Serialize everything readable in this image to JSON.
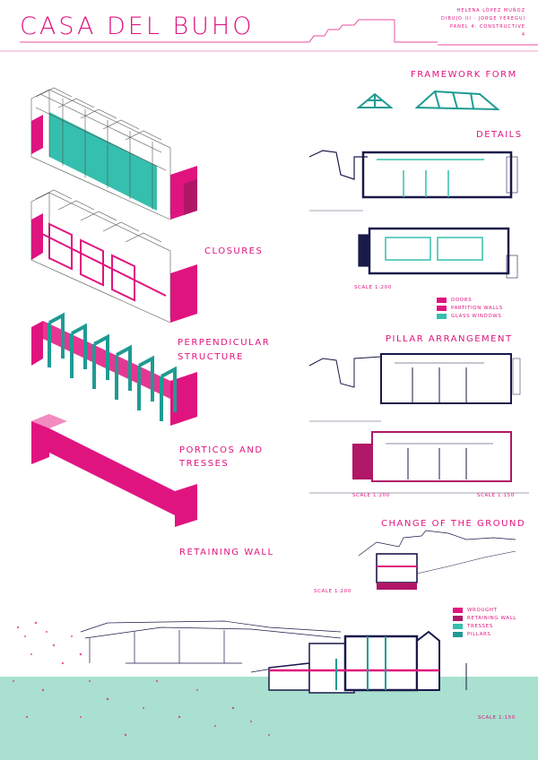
{
  "title": "CASA DEL BUHO",
  "meta": [
    "HELENA LÓPEZ MUÑOZ",
    "DIBUJO III · JORGE YEREGUI",
    "PANEL 4: CONSTRUCTIVE",
    "4"
  ],
  "labels": {
    "framework_form": "FRAMEWORK FORM",
    "details": "DETAILS",
    "closures": "CLOSURES",
    "perpendicular": "PERPENDICULAR",
    "structure": "STRUCTURE",
    "porticos": "PORTICOS AND",
    "tresses": "TRESSES",
    "retaining_wall": "RETAINING WALL",
    "pillar_arrangement": "PILLAR ARRANGEMENT",
    "change_ground": "CHANGE OF THE GROUND"
  },
  "scales": {
    "details": "SCALE 1:200",
    "pillar_left": "SCALE 1:200",
    "pillar_right": "SCALE 1:150",
    "ground": "SCALE 1:200",
    "section": "SCALE 1:150"
  },
  "legend_closures": [
    {
      "label": "DOORS",
      "color": "#e0147f"
    },
    {
      "label": "PARTITION WALLS",
      "color": "#e0147f"
    },
    {
      "label": "GLASS WINDOWS",
      "color": "#35bfae"
    }
  ],
  "legend_section": [
    {
      "label": "WROUGHT",
      "color": "#e0147f"
    },
    {
      "label": "RETAINING WALL",
      "color": "#b01767"
    },
    {
      "label": "TRESSES",
      "color": "#35bfae"
    },
    {
      "label": "PILLARS",
      "color": "#1f9b93"
    }
  ],
  "colors": {
    "magenta": "#e0147f",
    "teal": "#35bfae",
    "dark": "#1a1a4a",
    "ground": "#a9e0cf"
  }
}
